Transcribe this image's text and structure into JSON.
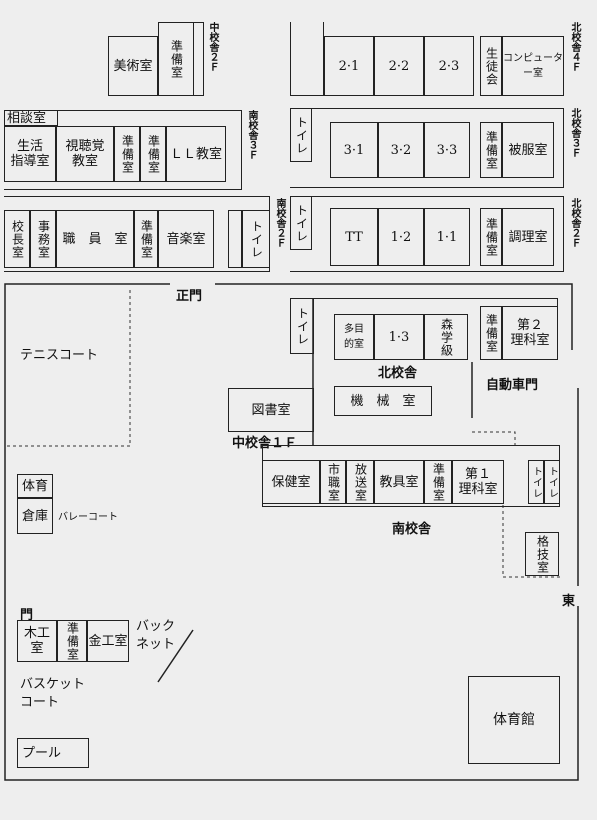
{
  "north4": {
    "art": "美術室",
    "prep": "準備室",
    "c21": "2·1",
    "c22": "2·2",
    "c23": "2·3",
    "council": "生徒会",
    "computer": "コンピューター室"
  },
  "floor_mid2": "中校舎２Ｆ",
  "floor_n4": "北校舎４Ｆ",
  "south3": {
    "counsel": "相談室",
    "guidance": "生活\n指導室",
    "av": "視聴覚\n教室",
    "prep1": "準備室",
    "prep2": "準備室",
    "ll": "ＬＬ教室"
  },
  "floor_s3": "南校舎３Ｆ",
  "north3": {
    "toilet": "トイレ",
    "c31": "3·1",
    "c32": "3·2",
    "c33": "3·3",
    "prep": "準備室",
    "clothing": "被服室"
  },
  "floor_n3": "北校舎３Ｆ",
  "south2": {
    "principal": "校長室",
    "office": "事務室",
    "staff": "職　員　室",
    "prep": "準備室",
    "music": "音楽室",
    "toilet": "トイレ"
  },
  "floor_s2": "南校舎２Ｆ",
  "north2": {
    "toilet": "トイレ",
    "tt": "TT",
    "c12": "1·2",
    "c11": "1·1",
    "prep": "準備室",
    "cooking": "調理室"
  },
  "floor_n2": "北校舎２Ｆ",
  "ground": {
    "main_gate": "正門",
    "tennis": "テニスコート",
    "toilet_n": "トイレ",
    "multi": "多目\n的室",
    "c13": "1·3",
    "forest": "森学級",
    "prep_sci": "準備室",
    "sci2": "第２\n理科室",
    "north_bldg": "北校舎",
    "car_gate": "自動車門",
    "library": "図書室",
    "machine": "機　械　室",
    "mid1f": "中校舎１Ｆ",
    "gym_store1": "体育",
    "gym_store2": "倉庫",
    "volleyball": "バレーコート",
    "health": "保健室",
    "city_staff": "市職室",
    "broadcast": "放送室",
    "teachers": "教具室",
    "prep2": "準備室",
    "sci1": "第１\n理科室",
    "toilet_a": "トイレ",
    "toilet_b": "トイレ",
    "south_bldg": "南校舎",
    "dojo": "格技室",
    "east": "東",
    "gate_w": "門",
    "wood": "木工室",
    "prep_w": "準備室",
    "metal": "金工室",
    "backnet": "バック\nネット",
    "basket": "バスケット\nコート",
    "gym": "体育館",
    "pool": "プール"
  }
}
